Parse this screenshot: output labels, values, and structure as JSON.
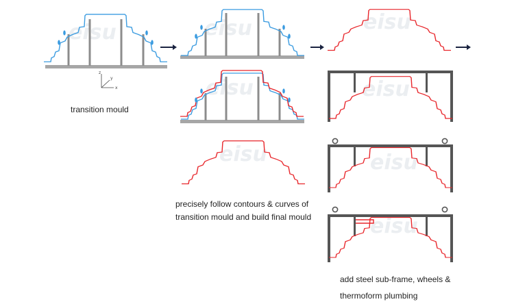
{
  "captions": {
    "transition_mould": "transition mould",
    "follow_contours_line1": "precisely follow contours & curves of",
    "follow_contours_line2": "transition mould and build final mould",
    "subframe_line1": "add steel sub-frame, wheels &",
    "subframe_line2": "thermoform plumbing"
  },
  "watermark": "eisu",
  "axis_labels": {
    "z": "z",
    "y": "y",
    "x": "x"
  },
  "colors": {
    "transition_mould": "#3a9be0",
    "final_mould": "#e8262b",
    "base_bar": "#a6a6a6",
    "support_posts": "#8c8c8c",
    "steel_frame": "#555555",
    "arrow": "#1a2340"
  }
}
